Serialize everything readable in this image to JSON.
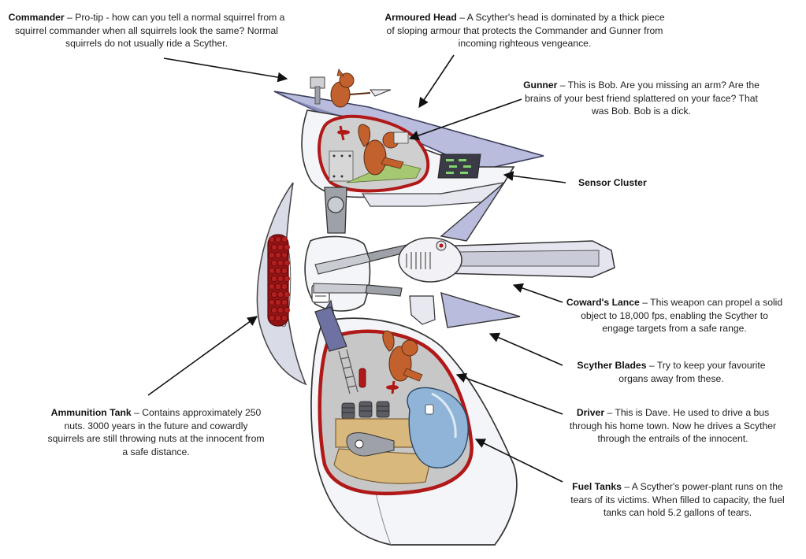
{
  "labels": {
    "commander": {
      "title": "Commander",
      "desc": "– Pro-tip - how can you tell a normal squirrel from a squirrel commander when all squirrels look the same? Normal squirrels do not usually ride a Scyther."
    },
    "armoured_head": {
      "title": "Armoured Head",
      "desc": "– A Scyther's head is dominated by a thick piece of sloping armour that protects the Commander and Gunner from incoming righteous vengeance."
    },
    "gunner": {
      "title": "Gunner",
      "desc": "– This is Bob. Are you missing an arm? Are the brains of your best friend splattered on your face? That was Bob. Bob is a dick."
    },
    "sensor_cluster": {
      "title": "Sensor Cluster",
      "desc": ""
    },
    "cowards_lance": {
      "title": "Coward's Lance",
      "desc": "– This weapon can propel a solid object to 18,000 fps, enabling the Scyther to engage targets from a safe range."
    },
    "scyther_blades": {
      "title": "Scyther Blades",
      "desc": "– Try to keep your favourite organs away from these."
    },
    "driver": {
      "title": "Driver",
      "desc": "– This is Dave. He used to drive a bus through his home town. Now he drives a Scyther through the entrails of the innocent."
    },
    "ammunition_tank": {
      "title": "Ammunition Tank",
      "desc": "– Contains approximately 250 nuts. 3000 years in the future and cowardly squirrels are still throwing nuts at the innocent from a safe distance."
    },
    "fuel_tanks": {
      "title": "Fuel Tanks",
      "desc": "– A Scyther's power-plant runs on the tears of its victims. When filled to capacity, the fuel tanks can hold 5.2 gallons of tears."
    }
  },
  "colors": {
    "armor_purple": "#b9bcdc",
    "armor_dark": "#6d72a3",
    "hull_white": "#f4f5f8",
    "cockpit_red": "#b11818",
    "nut_red": "#8f1414",
    "squirrel_orange": "#c2612e",
    "fuel_blue": "#8fb4d8",
    "floor_green": "#a6c873",
    "floor_tan": "#d8b87c",
    "metal_grey": "#9ea2a8"
  }
}
